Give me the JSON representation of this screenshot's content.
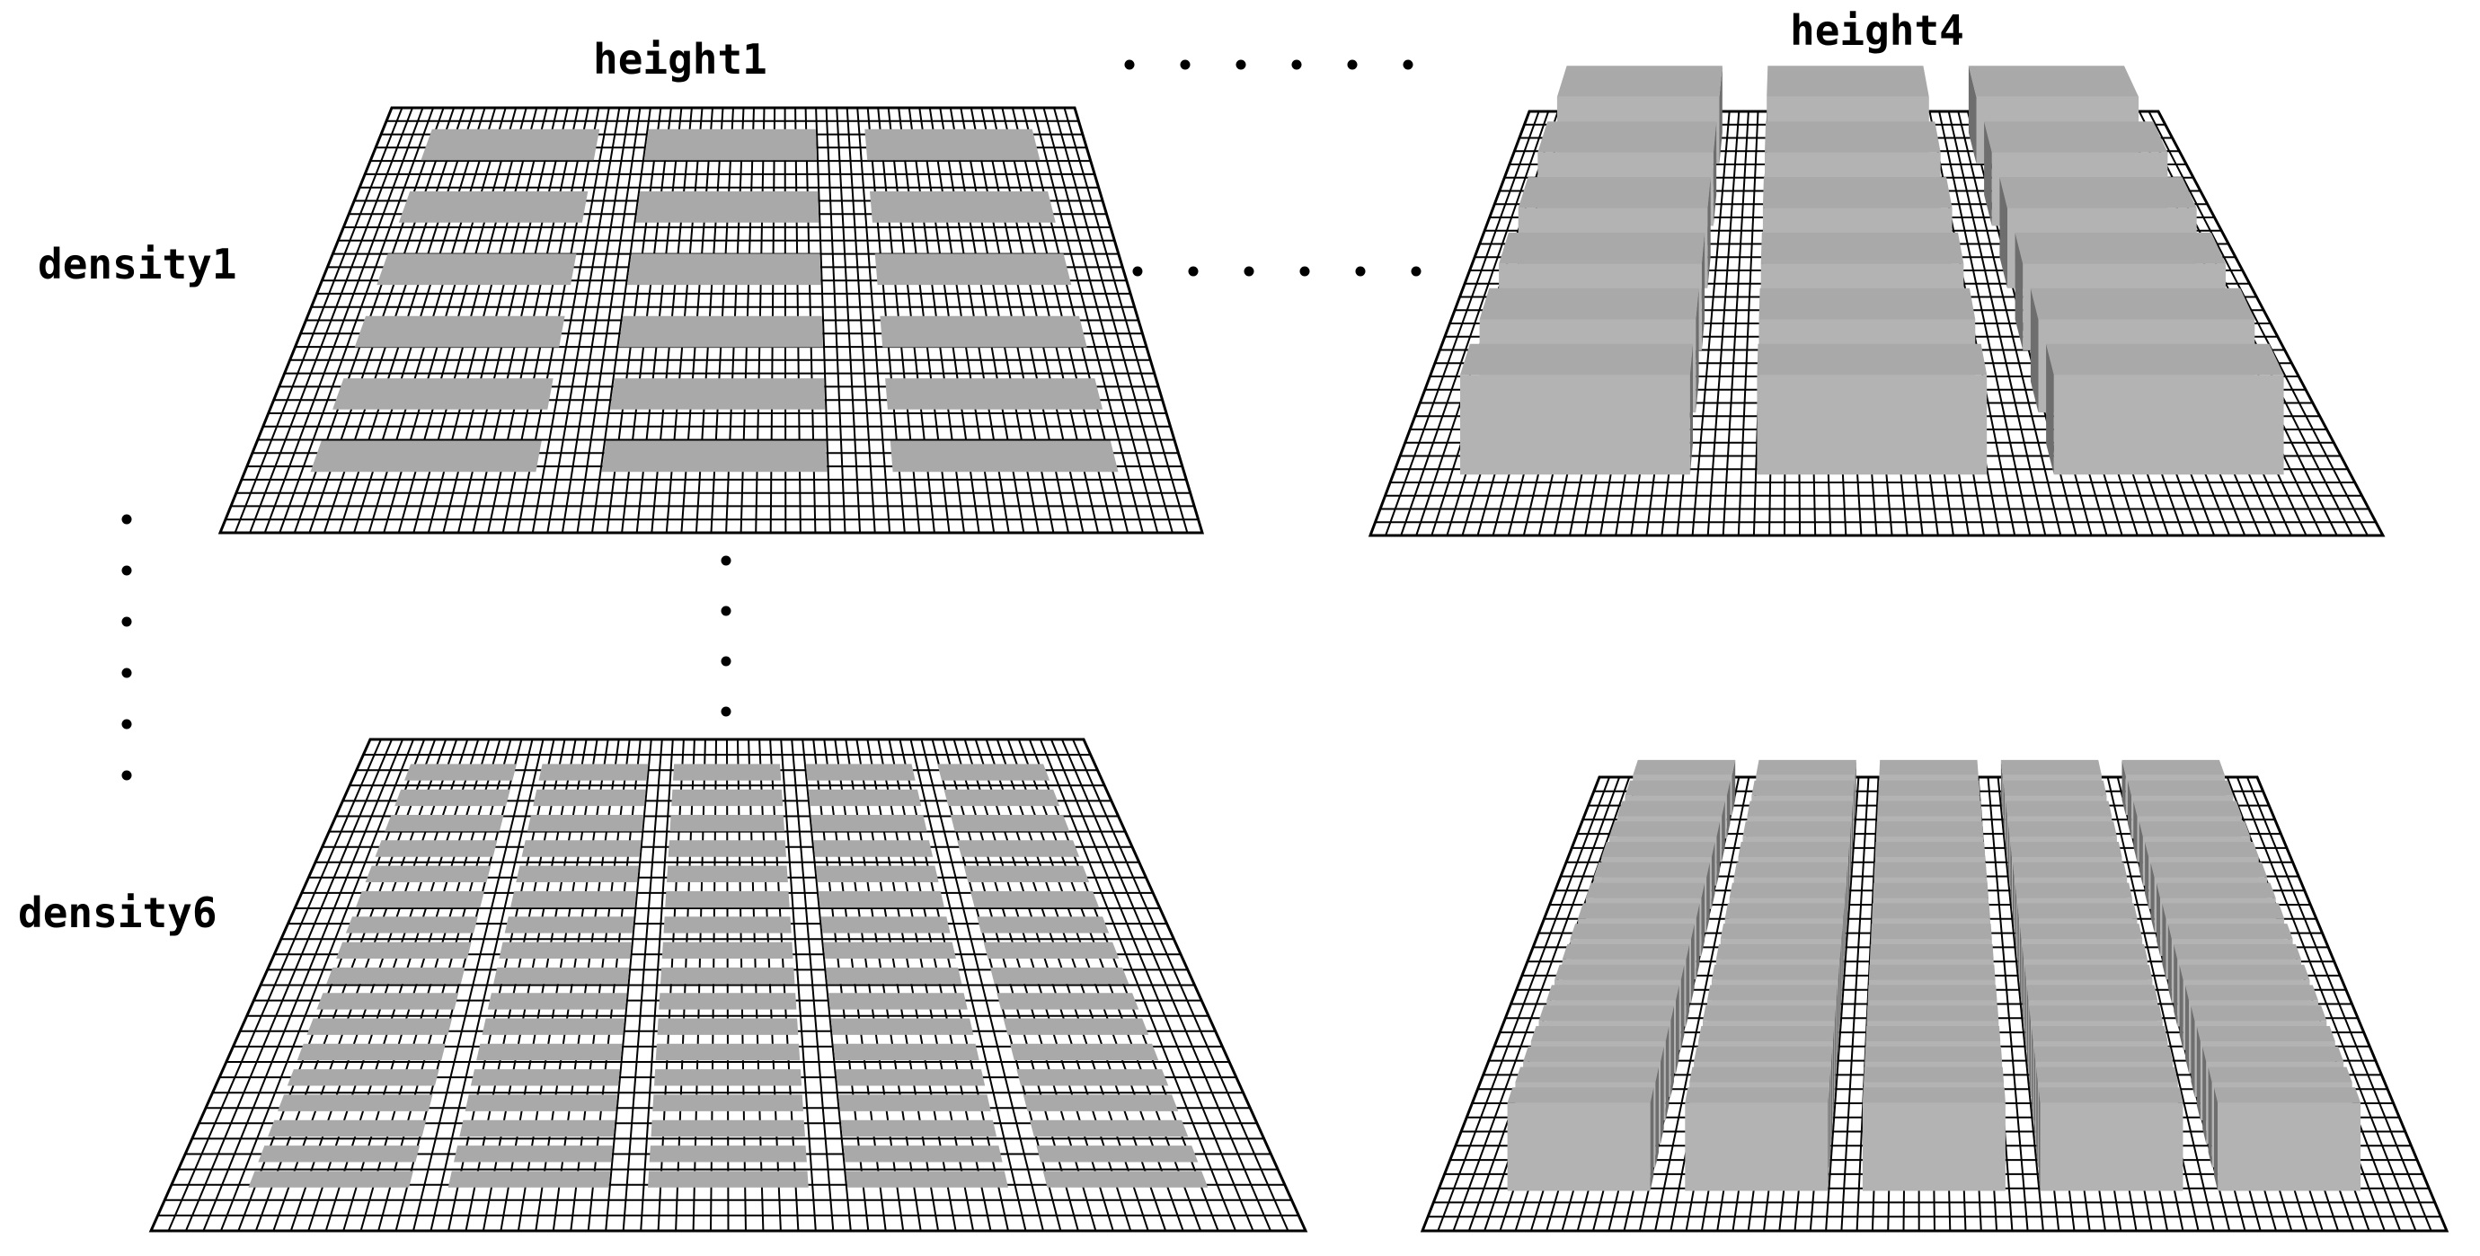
{
  "labels": {
    "height_first": "height1",
    "height_last": "height4",
    "density_first": "density1",
    "density_last": "density6"
  },
  "colors": {
    "grid_line": "#000000",
    "block_top": "#a9a9a9",
    "block_front": "#b3b3b3",
    "block_side": "#6e6e6e",
    "background": "#ffffff"
  },
  "panels": [
    {
      "name": "panel-height1-density1",
      "block_rows": 6,
      "block_cols": 3,
      "block_height_level": 1,
      "density_level": 1
    },
    {
      "name": "panel-height4-density1",
      "block_rows": 6,
      "block_cols": 3,
      "block_height_level": 4,
      "density_level": 1
    },
    {
      "name": "panel-height1-density6",
      "block_rows": 17,
      "block_cols": 5,
      "block_height_level": 1,
      "density_level": 6
    },
    {
      "name": "panel-height4-density6",
      "block_rows": 17,
      "block_cols": 5,
      "block_height_level": 4,
      "density_level": 6
    }
  ],
  "ellipsis_glyph": "•"
}
